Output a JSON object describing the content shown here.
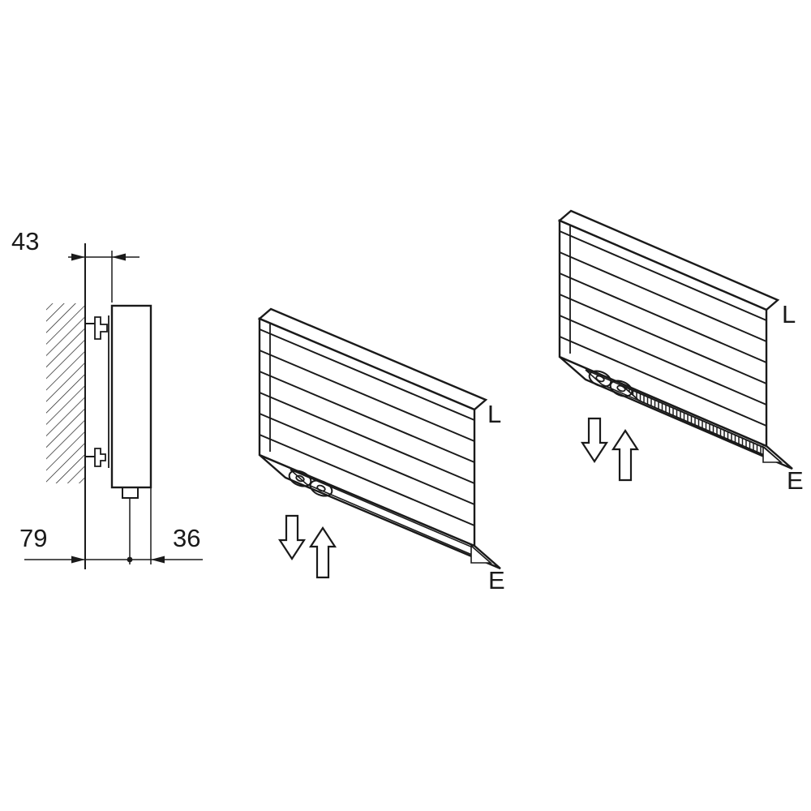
{
  "side_view": {
    "dim_top": "43",
    "dim_bottom_left": "79",
    "dim_bottom_right": "36"
  },
  "view_open_bottom": {
    "label_l": "L",
    "label_e": "E"
  },
  "view_grille_bottom": {
    "label_l": "L",
    "label_e": "E"
  },
  "colors": {
    "line": "#1a1a1a",
    "background": "#ffffff"
  }
}
